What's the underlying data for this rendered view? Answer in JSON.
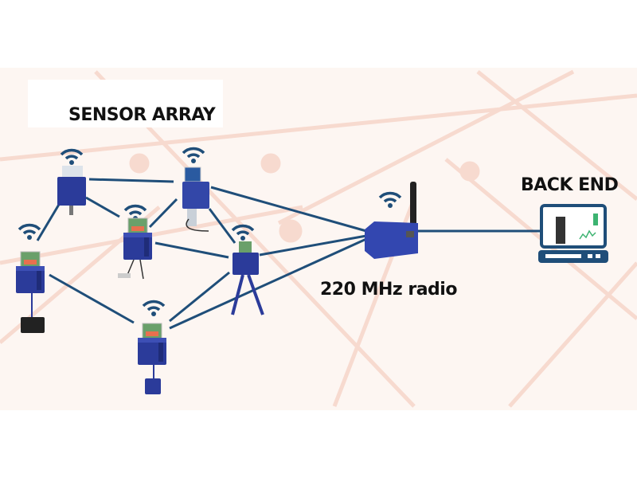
{
  "labels": {
    "sensor_array": "SENSOR ARRAY",
    "back_end": "BACK END",
    "radio": "220 MHz radio"
  },
  "colors": {
    "link": "#1f4e79",
    "device_blue": "#2b3b9a",
    "background_network": "#f6d2c4",
    "text": "#111111"
  },
  "icons": [
    "wifi-icon",
    "sensor-node",
    "gateway-radio",
    "laptop-icon",
    "antenna"
  ]
}
